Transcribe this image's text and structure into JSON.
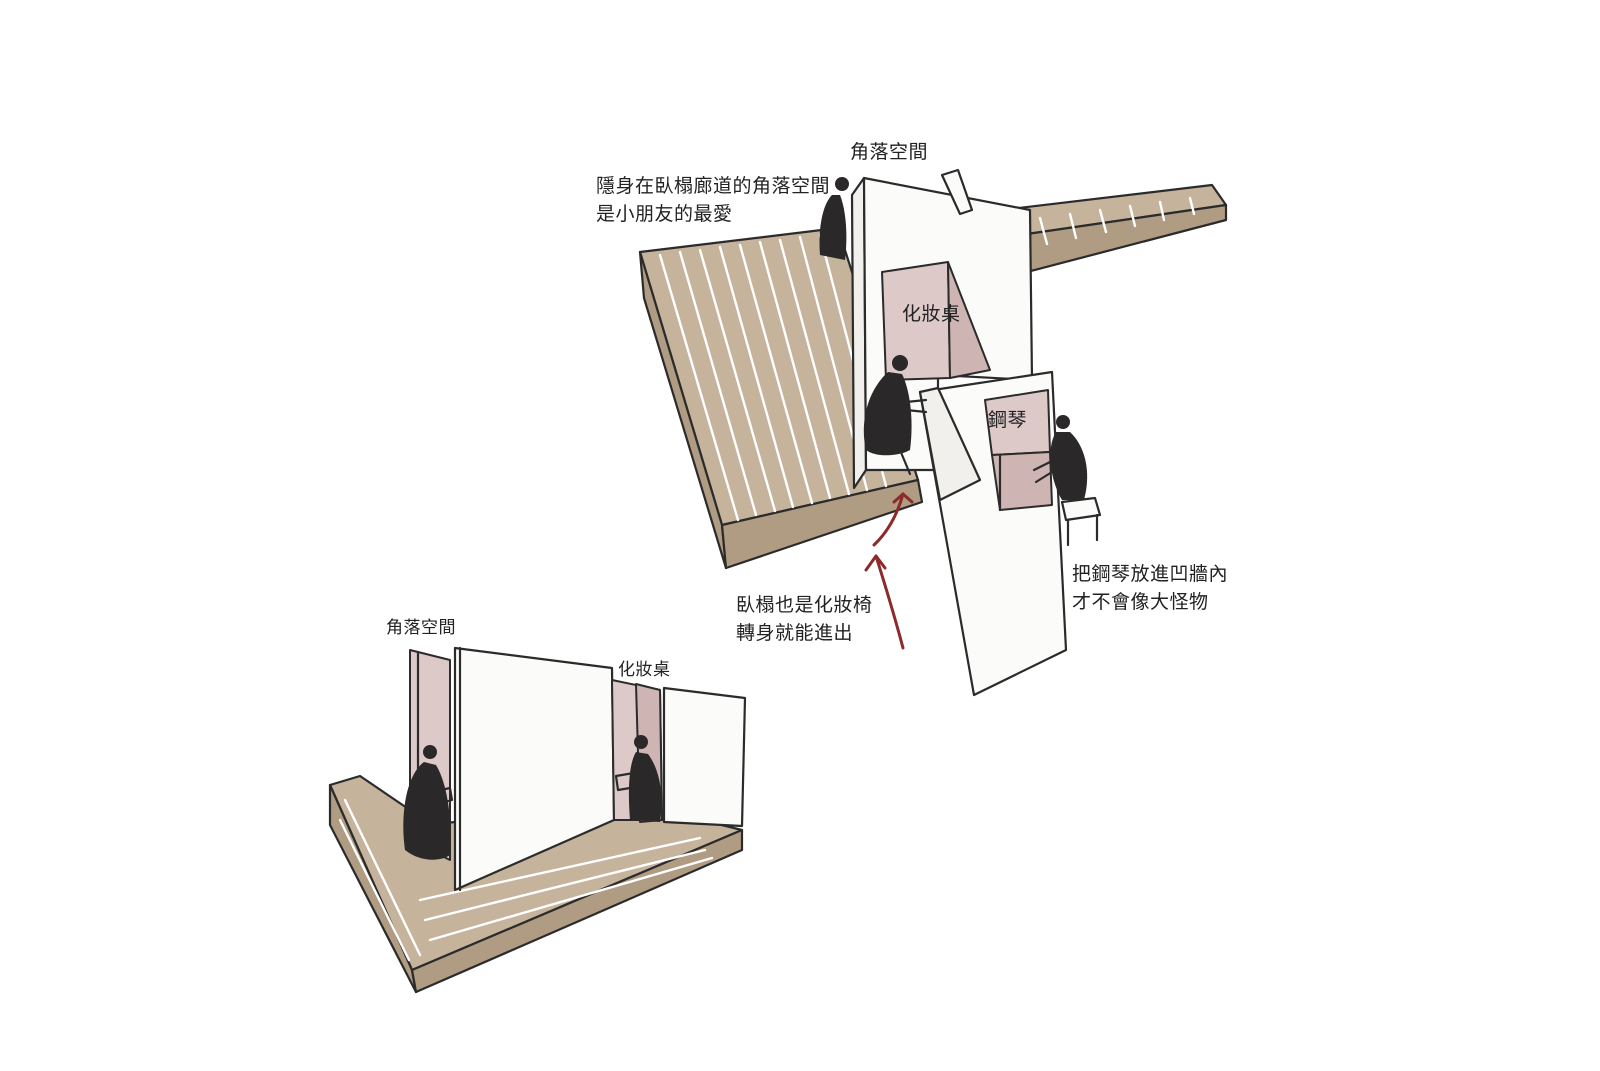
{
  "colors": {
    "wood": "#c5b39c",
    "wood_dark": "#b09c82",
    "wall": "#fbfbf9",
    "wall_side": "#f1f0ec",
    "niche": "#dec9c9",
    "niche_dark": "#cfb4b4",
    "figure": "#2a2828",
    "ink": "#2b2b2b",
    "arrow": "#8b2b2b"
  },
  "labels": {
    "top_corner_title": "角落空間",
    "corner_note": [
      "隱身在臥榻廊道的角落空間",
      "是小朋友的最愛"
    ],
    "vanity_desk": "化妝桌",
    "piano": "鋼琴",
    "piano_note": [
      "把鋼琴放進凹牆內",
      "才不會像大怪物"
    ],
    "daybed_note": [
      "臥榻也是化妝椅",
      "轉身就能進出"
    ],
    "bottom_corner_title": "角落空間",
    "bottom_vanity_desk": "化妝桌"
  }
}
